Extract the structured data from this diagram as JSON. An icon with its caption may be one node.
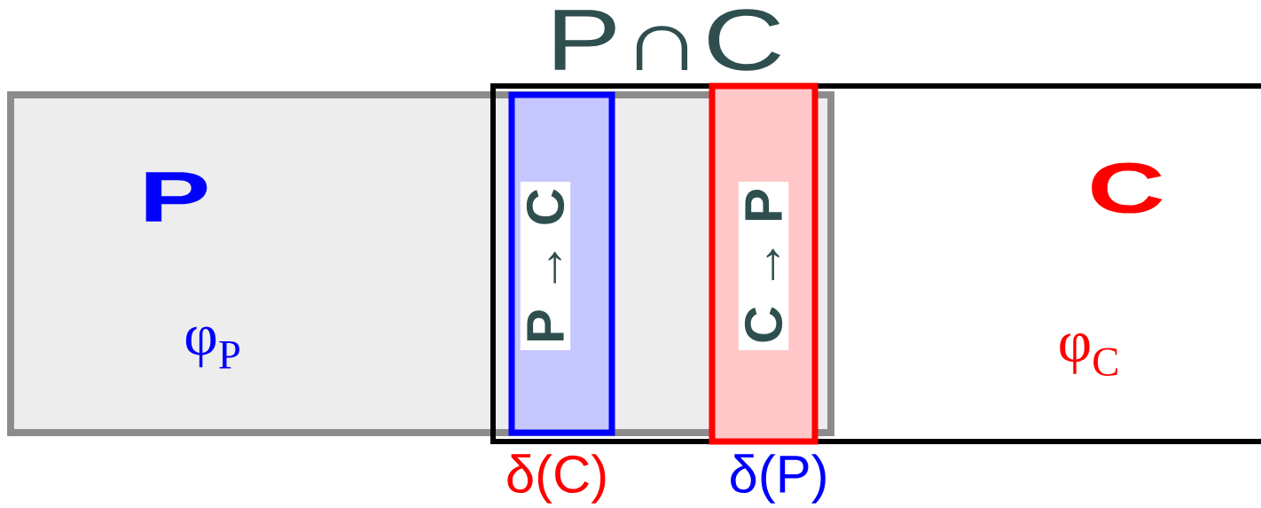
{
  "diagram": {
    "nodes": [
      {
        "text": [
          "P",
          "φ$_{P}$"
        ]
      },
      {
        "text": [
          "C",
          "φ$_{C}$"
        ]
      },
      {
        "text": [
          "P → C"
        ],
        "beside": [
          "δ(C)"
        ]
      },
      {
        "text": [
          "C → P"
        ],
        "beside": [
          "δ(P)"
        ]
      }
    ],
    "labels": [
      "P∩C"
    ]
  }
}
